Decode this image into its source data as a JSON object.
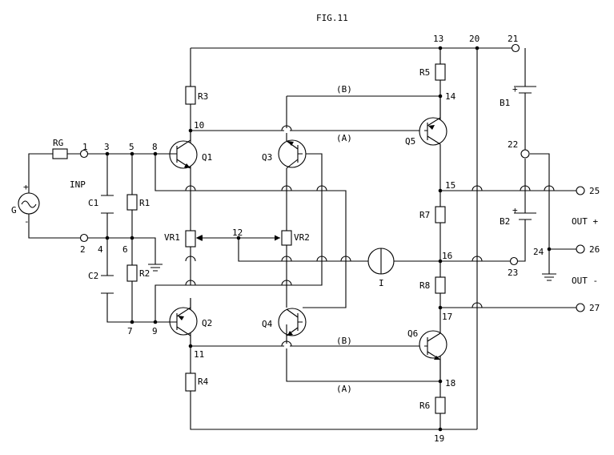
{
  "title": "FIG.11",
  "nodes": [
    "1",
    "2",
    "3",
    "4",
    "5",
    "6",
    "7",
    "8",
    "9",
    "10",
    "11",
    "12",
    "13",
    "14",
    "15",
    "16",
    "17",
    "18",
    "19",
    "20",
    "21",
    "22",
    "23",
    "24",
    "25",
    "26",
    "27"
  ],
  "components": {
    "RG": "RG",
    "G": "G",
    "INP": "INP",
    "C1": "C1",
    "C2": "C2",
    "R1": "R1",
    "R2": "R2",
    "VR1": "VR1",
    "VR2": "VR2",
    "R3": "R3",
    "R4": "R4",
    "R5": "R5",
    "R6": "R6",
    "R7": "R7",
    "R8": "R8",
    "Q1": "Q1",
    "Q2": "Q2",
    "Q3": "Q3",
    "Q4": "Q4",
    "Q5": "Q5",
    "Q6": "Q6",
    "B1": "B1",
    "B2": "B2",
    "I": "I"
  },
  "wire_labels": {
    "A": "(A)",
    "B": "(B)"
  },
  "outputs": {
    "plus": "OUT +",
    "minus": "OUT -"
  },
  "polarity": {
    "plus": "+",
    "minus": "-"
  }
}
